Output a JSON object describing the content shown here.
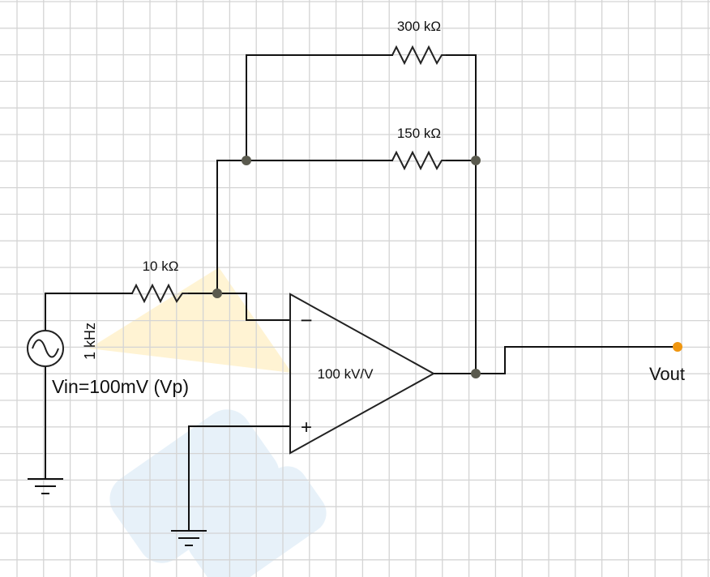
{
  "circuit": {
    "resistors": {
      "r_top": "300 kΩ",
      "r_mid": "150 kΩ",
      "r_in": "10 kΩ"
    },
    "opamp": {
      "gain": "100 kV/V",
      "inv_sign": "−",
      "noninv_sign": "+"
    },
    "source": {
      "freq": "1 kHz",
      "label": "Vin=100mV (Vp)"
    },
    "output": {
      "label": "Vout"
    }
  },
  "colors": {
    "grid": "#d4d4d4",
    "wire": "#111111",
    "node": "#5a5a4e",
    "probe": "#f0960f",
    "watermark_blue": "#d6e8f5",
    "watermark_yellow": "#fff2cc"
  }
}
